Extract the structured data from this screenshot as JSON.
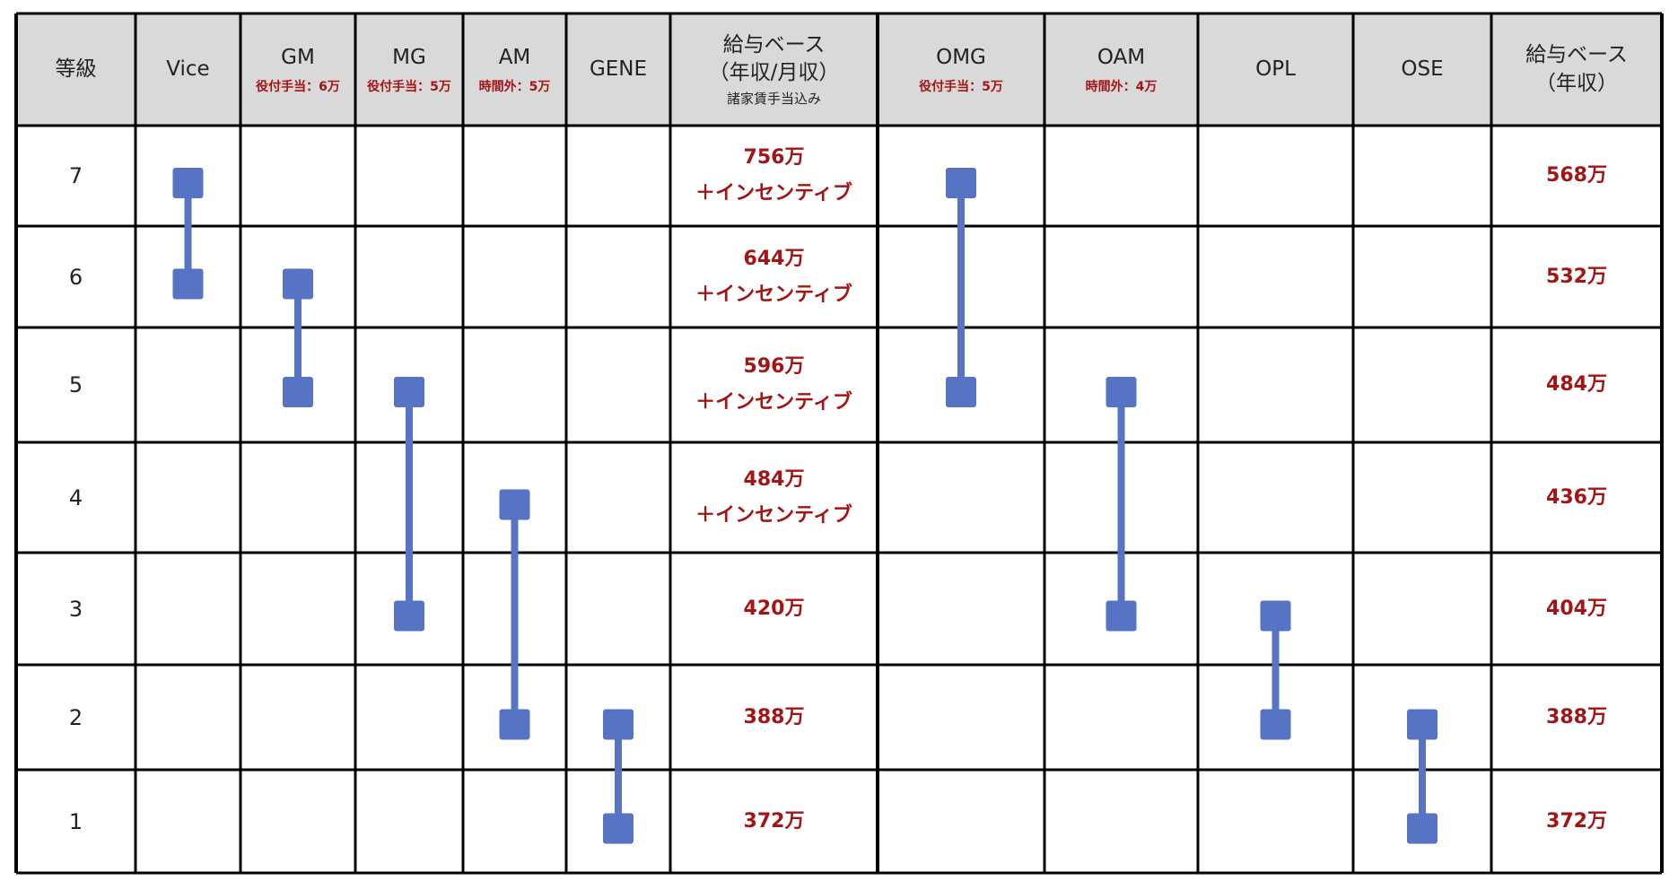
{
  "colors": {
    "header_bg": "#d9d9d9",
    "grid": "#000000",
    "bar": "#5673c4",
    "money": "#a31515"
  },
  "headers": [
    {
      "title": "等級",
      "sub": ""
    },
    {
      "title": "Vice",
      "sub": ""
    },
    {
      "title": "GM",
      "sub": "役付手当：6万"
    },
    {
      "title": "MG",
      "sub": "役付手当：5万"
    },
    {
      "title": "AM",
      "sub": "時間外：5万"
    },
    {
      "title": "GENE",
      "sub": ""
    },
    {
      "title": "給与ベース\n（年収/月収）",
      "sub": "諸家賃手当込み"
    },
    {
      "title": "OMG",
      "sub": "役付手当：5万"
    },
    {
      "title": "OAM",
      "sub": "時間外：4万"
    },
    {
      "title": "OPL",
      "sub": ""
    },
    {
      "title": "OSE",
      "sub": ""
    },
    {
      "title": "給与ベース\n（年収）",
      "sub": ""
    }
  ],
  "rows": [
    {
      "grade": "7",
      "pay_main": "756万\n＋インセンティブ",
      "pay_other": "568万"
    },
    {
      "grade": "6",
      "pay_main": "644万\n＋インセンティブ",
      "pay_other": "532万"
    },
    {
      "grade": "5",
      "pay_main": "596万\n＋インセンティブ",
      "pay_other": "484万"
    },
    {
      "grade": "4",
      "pay_main": "484万\n＋インセンティブ",
      "pay_other": "436万"
    },
    {
      "grade": "3",
      "pay_main": "420万",
      "pay_other": "404万"
    },
    {
      "grade": "2",
      "pay_main": "388万",
      "pay_other": "388万"
    },
    {
      "grade": "1",
      "pay_main": "372万",
      "pay_other": "372万"
    }
  ],
  "ranges": [
    {
      "role": "Vice",
      "top_grade": 7,
      "bottom_grade": 6
    },
    {
      "role": "GM",
      "top_grade": 6,
      "bottom_grade": 5
    },
    {
      "role": "MG",
      "top_grade": 5,
      "bottom_grade": 3
    },
    {
      "role": "AM",
      "top_grade": 4,
      "bottom_grade": 2
    },
    {
      "role": "GENE",
      "top_grade": 2,
      "bottom_grade": 1
    },
    {
      "role": "OMG",
      "top_grade": 7,
      "bottom_grade": 5
    },
    {
      "role": "OAM",
      "top_grade": 5,
      "bottom_grade": 3
    },
    {
      "role": "OPL",
      "top_grade": 3,
      "bottom_grade": 2
    },
    {
      "role": "OSE",
      "top_grade": 2,
      "bottom_grade": 1
    }
  ]
}
